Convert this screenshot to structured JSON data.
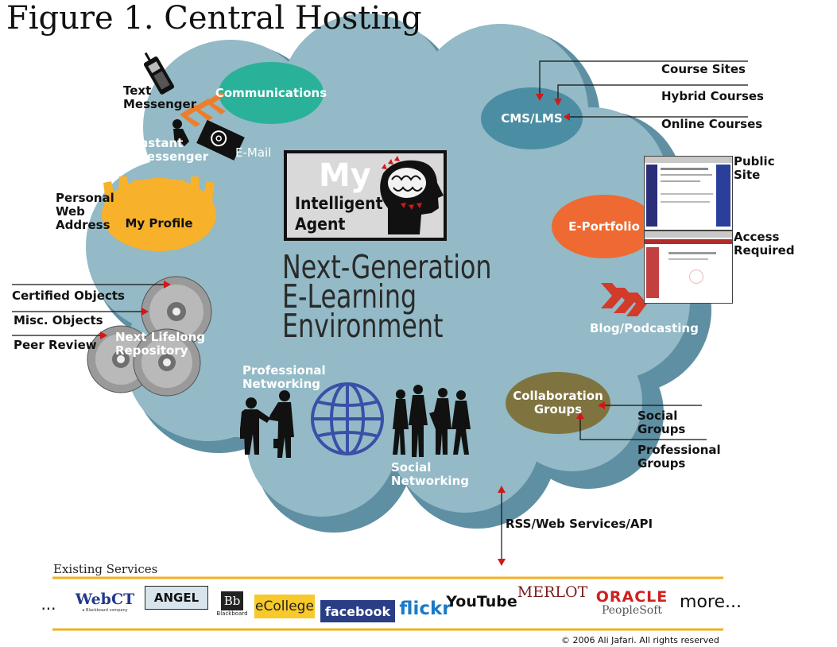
{
  "title": "Figure 1. Central Hosting",
  "center": {
    "agent_my": "My",
    "agent_text": "Intelligent\nAgent",
    "headline": "Next-Generation\nE-Learning\nEnvironment"
  },
  "nodes": {
    "communications": "Communications",
    "text_messenger": "Text\nMessenger",
    "instant_messenger": "Instant\nMessenger",
    "email": "E-Mail",
    "personal_web_address": "Personal\nWeb\nAddress",
    "my_profile": "My Profile",
    "certified_objects": "Certified Objects",
    "misc_objects": "Misc. Objects",
    "peer_review": "Peer Review",
    "repository": "Next Lifelong\nRepository",
    "professional_networking": "Professional\nNetworking",
    "social_networking": "Social\nNetworking",
    "cms_lms": "CMS/LMS",
    "course_sites": "Course Sites",
    "hybrid_courses": "Hybrid Courses",
    "online_courses": "Online Courses",
    "public_site": "Public\nSite",
    "access_required": "Access\nRequired",
    "eportfolio": "E-Portfolio",
    "blog_podcasting": "Blog/Podcasting",
    "collaboration_groups": "Collaboration\nGroups",
    "social_groups": "Social\nGroups",
    "professional_groups": "Professional\nGroups",
    "rss": "RSS/Web Services/API"
  },
  "existing_services": {
    "title": "Existing Services",
    "leading": "...",
    "logos": [
      "WebCT",
      "ANGEL",
      "Bb",
      "eCollege",
      "facebook",
      "flickr",
      "YouTube",
      "MERLOT",
      "ORACLE",
      "more..."
    ],
    "webct_sub": "a Blackboard company",
    "bb_sub": "Blackboard",
    "peoplesoft": "PeopleSoft"
  },
  "copyright": "© 2006 Ali Jafari. All rights reserved",
  "colors": {
    "cloud_back": "#5f8fa3",
    "cloud_front": "#93bac6",
    "communications": "#2ab19a",
    "cms_lms": "#4b8ea4",
    "eportfolio": "#ee6a32",
    "my_profile": "#f7b12a",
    "collaboration": "#7f7440",
    "arrow": "#d01818",
    "gold_line": "#f0b020",
    "globe": "#3a4fa8"
  }
}
